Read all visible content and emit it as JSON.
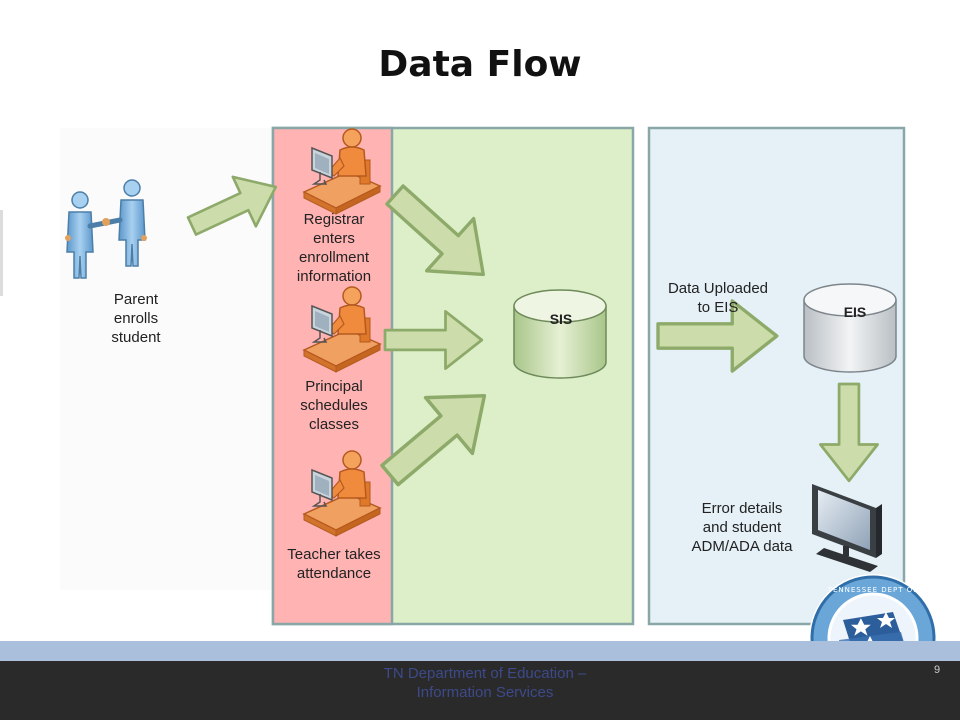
{
  "title": "Data Flow",
  "nodes": {
    "parent": "Parent\nenrolls\nstudent",
    "registrar": "Registrar\nenters\nenrollment\ninformation",
    "principal": "Principal\nschedules\nclasses",
    "teacher": "Teacher takes\nattendance",
    "sis": "SIS",
    "upload": "Data Uploaded\nto EIS",
    "eis": "EIS",
    "error": "Error details\nand student\nADM/ADA data"
  },
  "footer": {
    "org": "TN Department of Education –\nInformation Services",
    "page": "9"
  },
  "logo": {
    "text": "TENNESSEE DEPARTMENT OF EDUCATION"
  },
  "colors": {
    "school_panel": "#ddefc8",
    "staff_panel": "#ffb3b3",
    "state_panel": "#e5f1f7",
    "arrow_fill": "#ccdcaa",
    "arrow_stroke": "#8eaa6a",
    "person_orange": "#e27c2a",
    "person_blue": "#7fb3de"
  }
}
